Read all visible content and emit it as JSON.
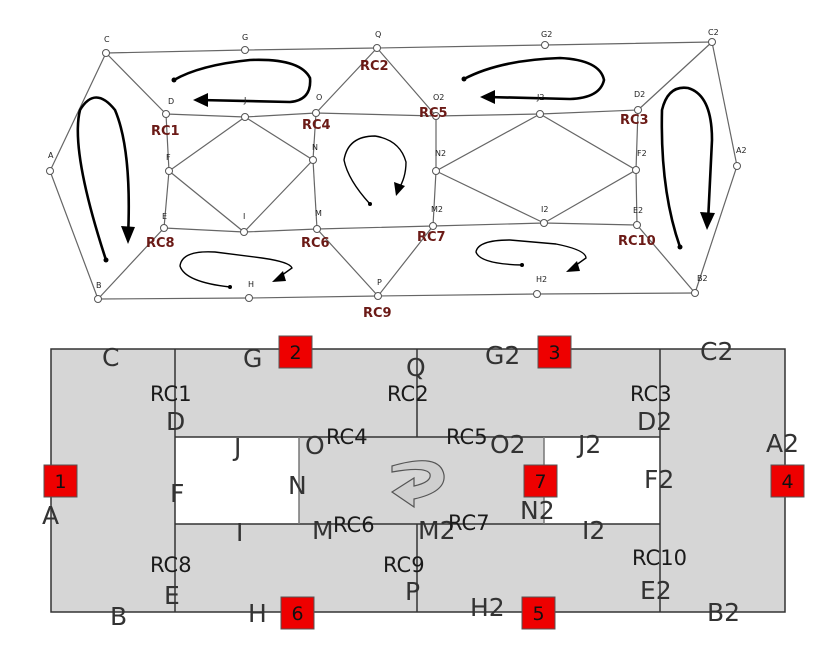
{
  "top": {
    "node_labels": [
      "C",
      "G",
      "Q",
      "G2",
      "C2",
      "D",
      "J",
      "O",
      "O2",
      "J2",
      "D2",
      "A",
      "F",
      "N",
      "N2",
      "F2",
      "A2",
      "E",
      "I",
      "M",
      "M2",
      "I2",
      "E2",
      "B",
      "H",
      "P",
      "H2",
      "B2"
    ],
    "regions": [
      "RC1",
      "RC2",
      "RC3",
      "RC4",
      "RC5",
      "RC6",
      "RC7",
      "RC8",
      "RC9",
      "RC10"
    ]
  },
  "bottom": {
    "labels": [
      "C",
      "G",
      "Q",
      "G2",
      "C2",
      "D",
      "J",
      "O",
      "O2",
      "J2",
      "D2",
      "A2",
      "A",
      "F",
      "N",
      "F2",
      "I",
      "M",
      "M2",
      "N2",
      "I2",
      "E",
      "B",
      "H",
      "P",
      "H2",
      "E2",
      "B2"
    ],
    "regions": [
      "RC1",
      "RC2",
      "RC3",
      "RC4",
      "RC5",
      "RC6",
      "RC7",
      "RC8",
      "RC9",
      "RC10"
    ],
    "badges": [
      "1",
      "2",
      "3",
      "4",
      "5",
      "6",
      "7"
    ]
  },
  "colors": {
    "badge": "#ee0000",
    "panel": "#d6d6d6",
    "outline": "#333333",
    "rc_top": "#6b1a16"
  }
}
